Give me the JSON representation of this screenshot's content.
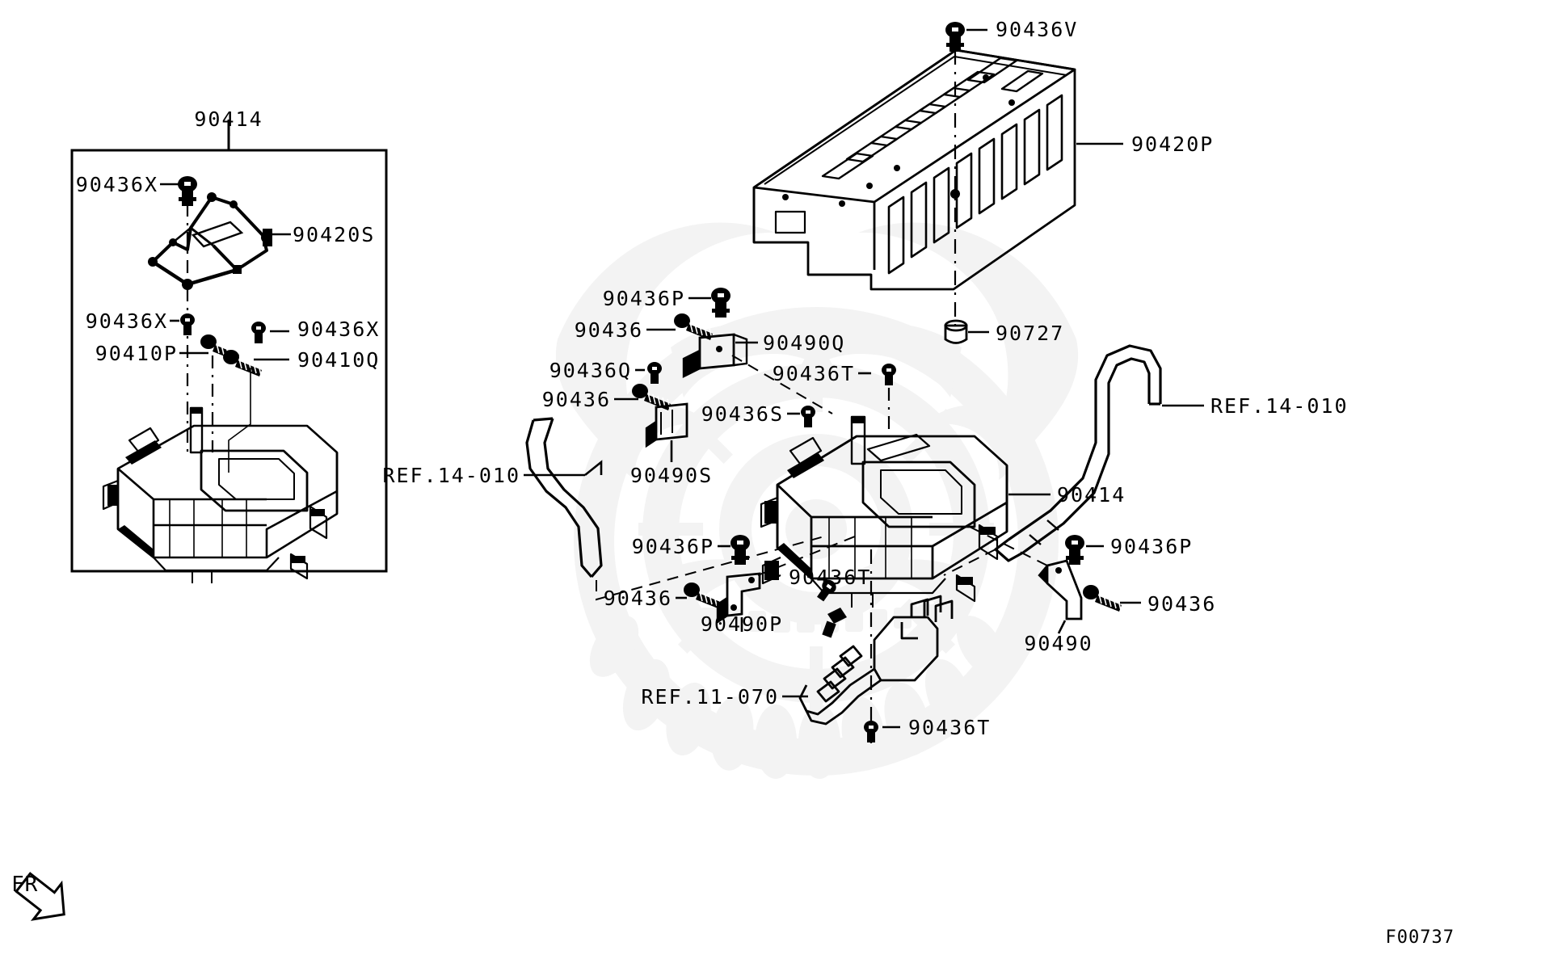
{
  "diagram": {
    "title": "Mitsubishi Parts Diagram - Inverter / Motor Control Unit Mounting",
    "drawing_code": "F00737",
    "orientation_marker": "FR",
    "stroke_color": "#000000",
    "background_color": "#ffffff",
    "watermark_color": "#f2f2f2"
  },
  "inset_panel": {
    "callout_label": "90414",
    "labels": [
      {
        "id": "inset-90436X-top",
        "text": "90436X"
      },
      {
        "id": "inset-90420S",
        "text": "90420S"
      },
      {
        "id": "inset-90436X-left",
        "text": "90436X"
      },
      {
        "id": "inset-90436X-right",
        "text": "90436X"
      },
      {
        "id": "inset-90410P",
        "text": "90410P"
      },
      {
        "id": "inset-90410Q",
        "text": "90410Q"
      }
    ]
  },
  "main_labels": [
    {
      "id": "lbl-90436V",
      "text": "90436V"
    },
    {
      "id": "lbl-90420P",
      "text": "90420P"
    },
    {
      "id": "lbl-90436P-1",
      "text": "90436P"
    },
    {
      "id": "lbl-90436-1",
      "text": "90436"
    },
    {
      "id": "lbl-90490Q",
      "text": "90490Q"
    },
    {
      "id": "lbl-90436Q",
      "text": "90436Q"
    },
    {
      "id": "lbl-90436-2",
      "text": "90436"
    },
    {
      "id": "lbl-90436S",
      "text": "90436S"
    },
    {
      "id": "lbl-90436T-1",
      "text": "90436T"
    },
    {
      "id": "lbl-90727",
      "text": "90727"
    },
    {
      "id": "lbl-ref14010-r",
      "text": "REF.14-010"
    },
    {
      "id": "lbl-ref14010-l",
      "text": "REF.14-010"
    },
    {
      "id": "lbl-90490S",
      "text": "90490S"
    },
    {
      "id": "lbl-90414-main",
      "text": "90414"
    },
    {
      "id": "lbl-90436P-2",
      "text": "90436P"
    },
    {
      "id": "lbl-90436P-3",
      "text": "90436P"
    },
    {
      "id": "lbl-90436-3",
      "text": "90436"
    },
    {
      "id": "lbl-90436-4",
      "text": "90436"
    },
    {
      "id": "lbl-90436T-2",
      "text": "90436T"
    },
    {
      "id": "lbl-90490P",
      "text": "90490P"
    },
    {
      "id": "lbl-90490",
      "text": "90490"
    },
    {
      "id": "lbl-ref11070",
      "text": "REF.11-070"
    },
    {
      "id": "lbl-90436T-3",
      "text": "90436T"
    }
  ]
}
